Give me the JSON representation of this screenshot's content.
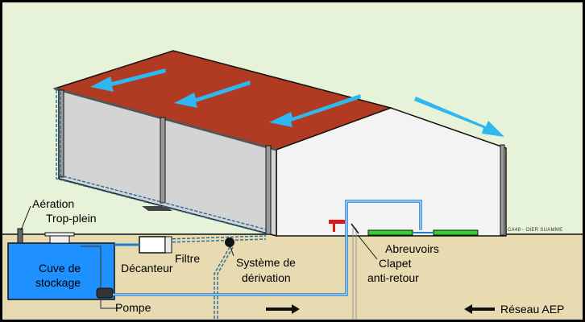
{
  "labels": {
    "aeration": "Aération",
    "trop_plein": "Trop-plein",
    "cuve_line1": "Cuve de",
    "cuve_line2": "stockage",
    "filtre": "Filtre",
    "decanteur": "Décanteur",
    "systeme_line1": "Système de",
    "systeme_line2": "dérivation",
    "abreuvoirs": "Abreuvoirs",
    "clapet_line1": "Clapet",
    "clapet_line2": "anti-retour",
    "pompe": "Pompe",
    "reseau": "Réseau AEP",
    "credit": "CA48 - OIER SUAMME"
  },
  "colors": {
    "sky": "#E6F3D8",
    "ground": "#E8DBB1",
    "roof": "#B13B22",
    "wall_shaded": "#D4D4D4",
    "wall_light": "#F3F3F3",
    "water": "#1A7FD3",
    "water_tank": "#1E90FF",
    "rain_arrow": "#2EB7F0",
    "pipe_dashed": "#2F6F9A",
    "trough": "#2FD12F",
    "valve_red": "#E0161B"
  },
  "icons": [
    "rain-arrow-icon",
    "flow-arrow-right-icon",
    "flow-arrow-left-icon"
  ]
}
